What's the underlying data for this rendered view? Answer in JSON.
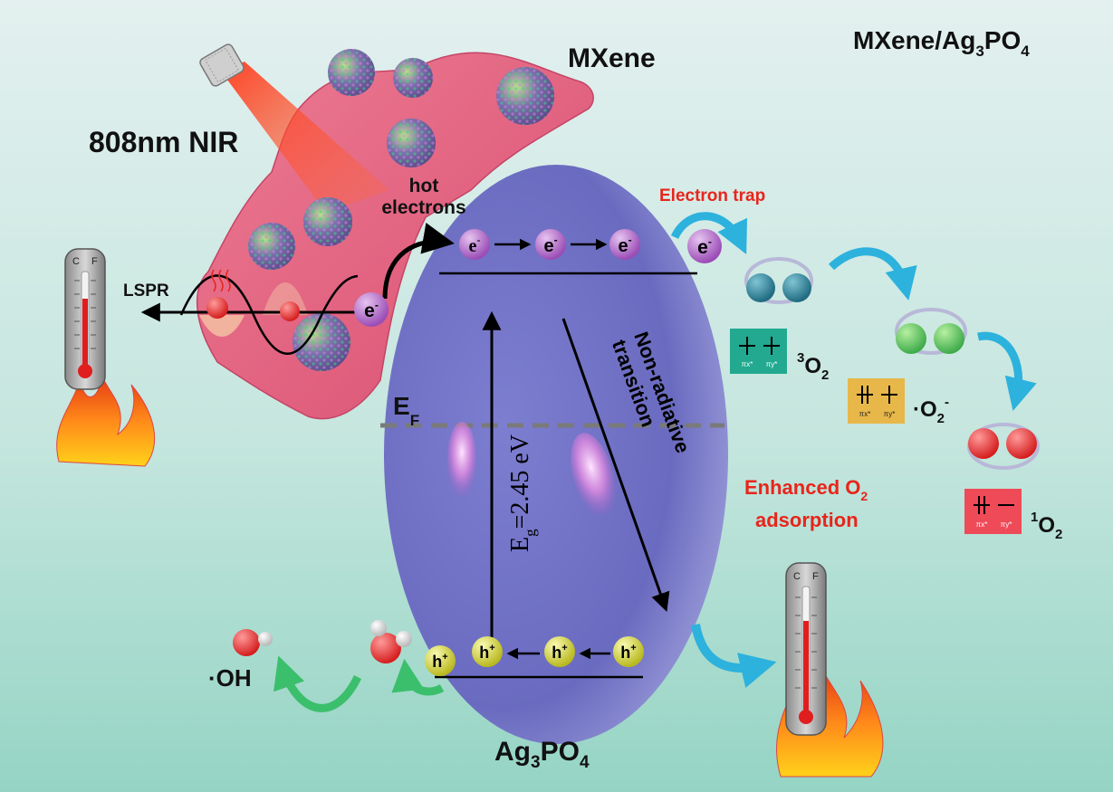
{
  "labels": {
    "mxene": "MXene",
    "composite": "MXene/Ag",
    "composite_sub3": "3",
    "composite_po": "PO",
    "composite_sub4": "4",
    "nir": "808nm NIR",
    "hot": "hot",
    "electrons": "electrons",
    "lspr": "LSPR",
    "electron_trap": "Electron trap",
    "ef": "E",
    "ef_sub": "F",
    "eg": "E",
    "eg_sub": "g",
    "eg_value": "=2.45 eV",
    "nonrad_1": "Non-radiative",
    "nonrad_2": "transition",
    "enhanced_1": "Enhanced O",
    "enhanced_sub": "2",
    "enhanced_2": "adsorption",
    "triplet_sup": "3",
    "triplet": "O",
    "triplet_sub": "2",
    "superoxide_dot": "·O",
    "superoxide_sub": "2",
    "superoxide_sup": "-",
    "singlet_sup": "1",
    "singlet": "O",
    "singlet_sub": "2",
    "hydroxyl": "·OH",
    "ag3po4_a": "Ag",
    "ag3po4_s3": "3",
    "ag3po4_po": "PO",
    "ag3po4_s4": "4",
    "electron": "e",
    "electron_sup": "-",
    "hole": "h",
    "hole_sup": "+",
    "orbital_x": "πx*",
    "orbital_y": "πy*",
    "thermo_c": "C",
    "thermo_f": "F"
  },
  "colors": {
    "background_top": "#dfeeed",
    "background_bottom": "#9cd8c8",
    "mxene_sheet": "#e2607e",
    "ellipse": "#6f70c4",
    "red_text": "#e8251b",
    "electron": "#a85cc0",
    "hole": "#d7d83a",
    "triplet_box": "#22a990",
    "superoxide_box": "#e7b74a",
    "singlet_box": "#ee4a58",
    "arrow_blue": "#2db2dd",
    "arrow_green": "#3bbf6c"
  }
}
